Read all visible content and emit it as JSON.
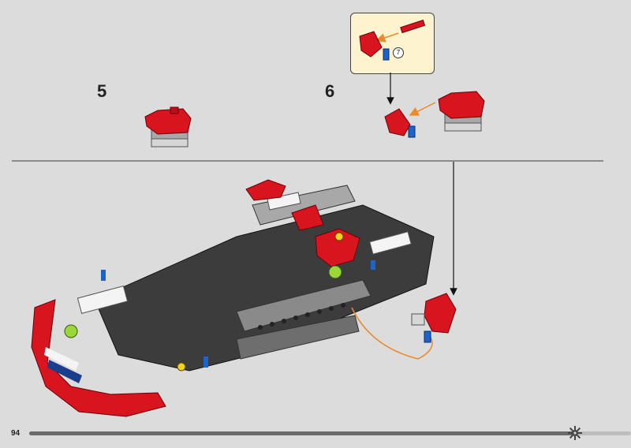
{
  "steps": [
    {
      "number": "5"
    },
    {
      "number": "6"
    }
  ],
  "callout": {
    "quantity": "7"
  },
  "footer": {
    "page_number": "94",
    "progress": 0.91
  },
  "colors": {
    "red": "#d8141e",
    "dark_gray": "#3c3c3c",
    "light_gray": "#a8a8a8",
    "white": "#f4f4f4",
    "blue": "#1c64c8",
    "lime": "#9ad83a",
    "yellow": "#f2d21a",
    "orange_guide": "#e88b2a"
  }
}
